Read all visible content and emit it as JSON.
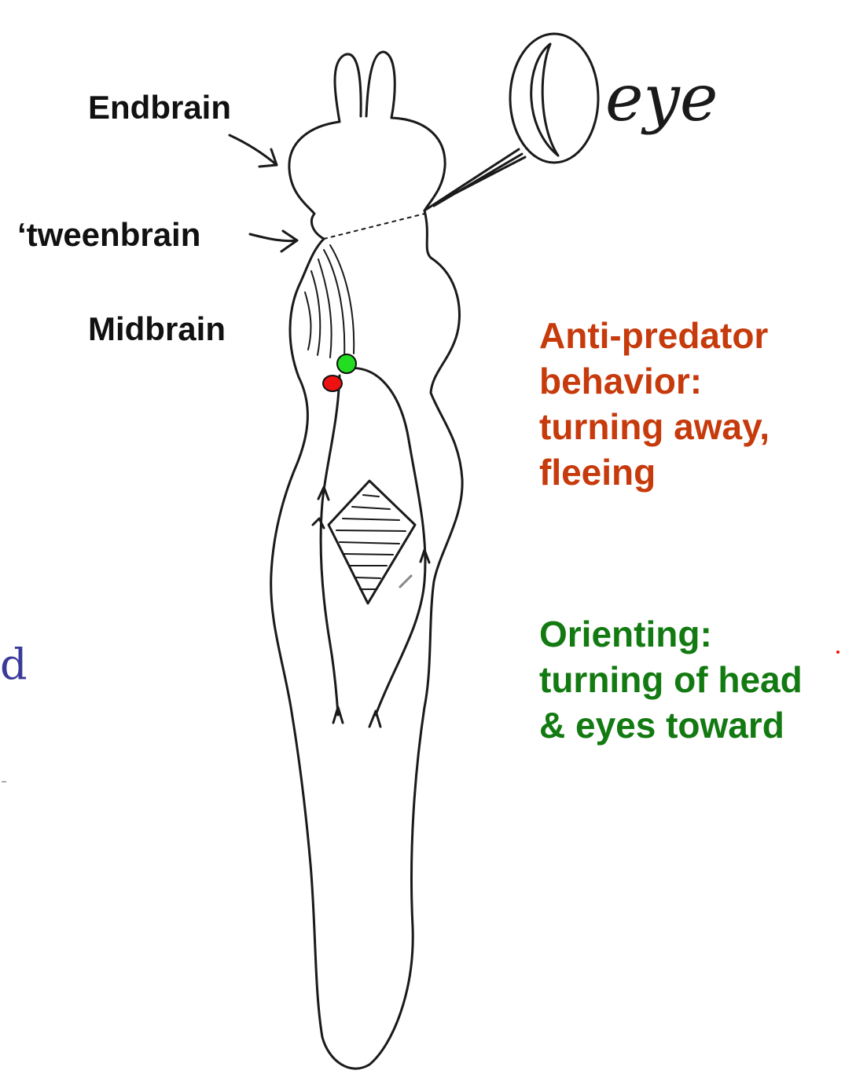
{
  "labels": {
    "endbrain": "Endbrain",
    "tweenbrain": "‘tweenbrain",
    "midbrain": "Midbrain",
    "eye": "eye"
  },
  "anti_predator": {
    "lines": [
      "Anti-predator",
      "behavior:",
      "turning away,",
      "fleeing"
    ],
    "color": "#c63a0c"
  },
  "orienting": {
    "lines": [
      "Orienting:",
      "turning of head",
      "& eyes toward"
    ],
    "color": "#137a12"
  },
  "stray_left_text": "d",
  "markers": {
    "green_color": "#22dd22",
    "red_color": "#ee1111"
  }
}
